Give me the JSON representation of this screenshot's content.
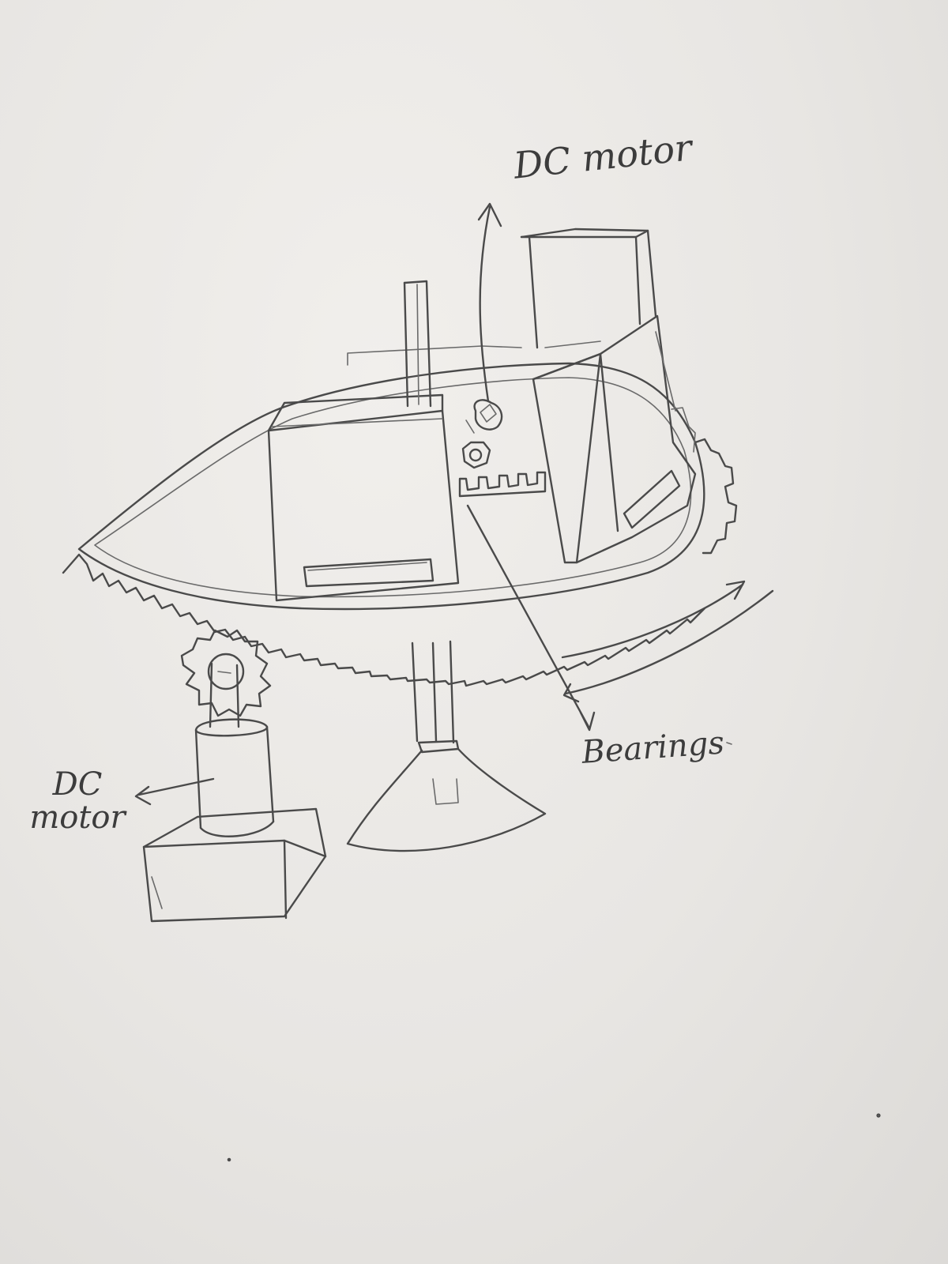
{
  "labels": {
    "dc_motor_top": "DC motor",
    "dc_motor_left": "DC motor",
    "bearings": "Bearings"
  },
  "colors": {
    "paper": "#ece9e6",
    "pencil": "#4a4a4a"
  }
}
